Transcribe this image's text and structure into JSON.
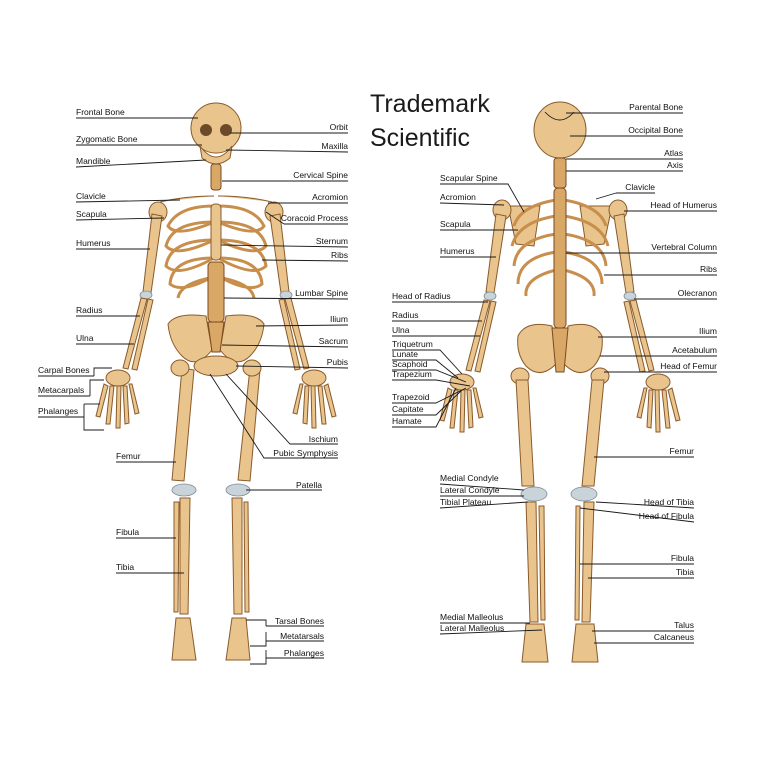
{
  "brand": {
    "line1": "Trademark",
    "line2": "Scientific"
  },
  "front": {
    "labels": {
      "frontal_bone": "Frontal Bone",
      "zygomatic_bone": "Zygomatic Bone",
      "mandible": "Mandible",
      "clavicle": "Clavicle",
      "scapula": "Scapula",
      "humerus": "Humerus",
      "radius": "Radius",
      "ulna": "Ulna",
      "carpal_bones": "Carpal Bones",
      "metacarpals": "Metacarpals",
      "phalanges_hand": "Phalanges",
      "femur": "Femur",
      "fibula": "Fibula",
      "tibia": "Tibia",
      "orbit": "Orbit",
      "maxilla": "Maxilla",
      "cervical_spine": "Cervical Spine",
      "acromion": "Acromion",
      "coracoid_process": "Coracoid Process",
      "sternum": "Sternum",
      "ribs": "Ribs",
      "lumbar_spine": "Lumbar Spine",
      "ilium": "Ilium",
      "sacrum": "Sacrum",
      "pubis": "Pubis",
      "ischium": "Ischium",
      "pubic_symphysis": "Pubic Symphysis",
      "patella": "Patella",
      "tarsal_bones": "Tarsal Bones",
      "metatarsals": "Metatarsals",
      "phalanges_foot": "Phalanges"
    }
  },
  "back": {
    "labels": {
      "scapular_spine": "Scapular Spine",
      "acromion": "Acromion",
      "scapula": "Scapula",
      "humerus": "Humerus",
      "head_of_radius": "Head of Radius",
      "radius": "Radius",
      "ulna": "Ulna",
      "triquetrum": "Triquetrum",
      "lunate": "Lunate",
      "scaphoid": "Scaphoid",
      "trapezium": "Trapezium",
      "trapezoid": "Trapezoid",
      "capitate": "Capitate",
      "hamate": "Hamate",
      "medial_condyle": "Medial Condyle",
      "lateral_condyle": "Lateral Condyle",
      "tibial_plateau": "Tibial Plateau",
      "medial_malleolus": "Medial Malleolus",
      "lateral_malleolus": "Lateral Malleolus",
      "parental_bone": "Parental Bone",
      "occipital_bone": "Occipital Bone",
      "atlas": "Atlas",
      "axis": "Axis",
      "clavicle": "Clavicle",
      "head_of_humerus": "Head of Humerus",
      "vertebral_column": "Vertebral Column",
      "ribs": "Ribs",
      "olecranon": "Olecranon",
      "ilium": "Ilium",
      "acetabulum": "Acetabulum",
      "head_of_femur": "Head of Femur",
      "femur": "Femur",
      "head_of_tibia": "Head of Tibia",
      "head_of_fibula": "Head of Fibula",
      "fibula": "Fibula",
      "tibia": "Tibia",
      "talus": "Talus",
      "calcaneus": "Calcaneus"
    }
  },
  "colors": {
    "bone": "#e9c58d",
    "bone_outline": "#8a5a2b",
    "cartilage": "#c9d3da",
    "leader": "#1a1a1a"
  }
}
